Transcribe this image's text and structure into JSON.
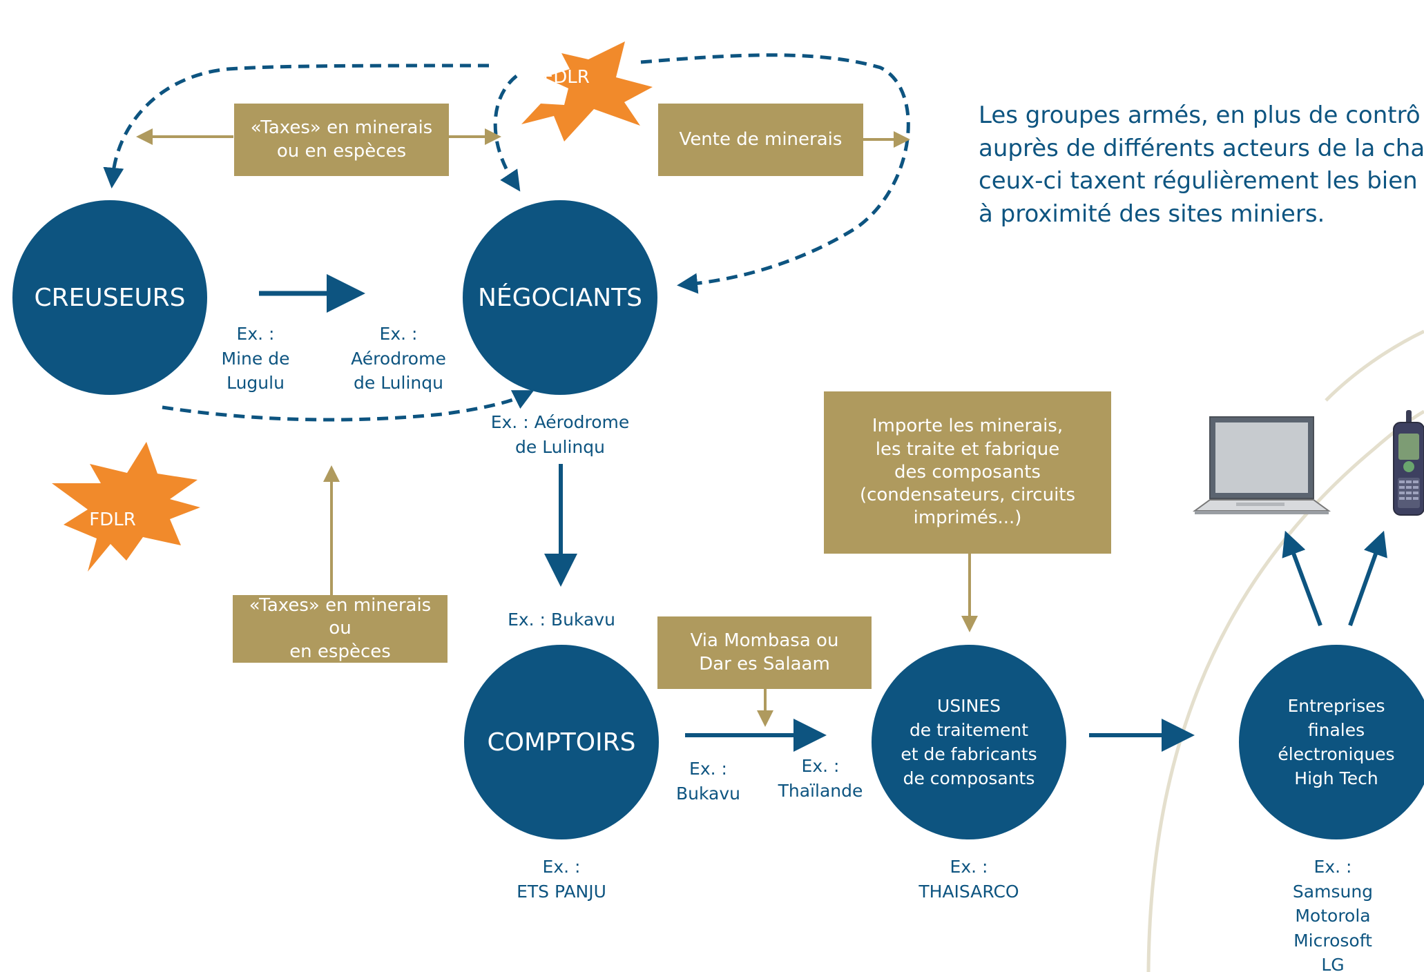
{
  "colors": {
    "navy": "#0d5480",
    "gold": "#af9a5e",
    "orange": "#f18a2b",
    "arc": "#e4dfcd"
  },
  "intro_text": "Les groupes armés, en plus de contrô\nauprès de différents acteurs de la cha\nceux-ci taxent régulièrement les bien\nà proximité des sites miniers.",
  "stars": {
    "top": "FDLR",
    "left": "FDLR"
  },
  "boxes": {
    "taxes_top": "«Taxes» en minerais\nou en espèces",
    "vente": "Vente de minerais",
    "taxes_left": "«Taxes» en minerais ou\nen espèces",
    "importe": "Importe les minerais,\nles traite et fabrique\ndes composants\n(condensateurs, circuits\nimprimés...)",
    "via": "Via Mombasa ou\nDar es Salaam"
  },
  "nodes": {
    "creuseurs": "CREUSEURS",
    "negociants": "NÉGOCIANTS",
    "comptoirs": "COMPTOIRS",
    "usines": "USINES\nde traitement\net de fabricants\nde composants",
    "entreprises": "Entreprises\nfinales\nélectroniques\nHigh Tech"
  },
  "examples": {
    "mine": "Ex. :\nMine de\nLugulu",
    "aero_1": "Ex. :\nAérodrome\nde Lulinqu",
    "aero_2": "Ex. : Aérodrome\nde Lulinqu",
    "bukavu_top": "Ex. : Bukavu",
    "bukavu": "Ex. :\nBukavu",
    "thailande": "Ex. :\nThaïlande",
    "panju": "Ex. :\nETS PANJU",
    "thaisarco": "Ex. :\nTHAISARCO",
    "brands": "Ex. :\nSamsung\nMotorola\nMicrosoft\nLG"
  },
  "icons": {
    "laptop": "laptop-icon",
    "phone": "mobile-phone-icon"
  }
}
